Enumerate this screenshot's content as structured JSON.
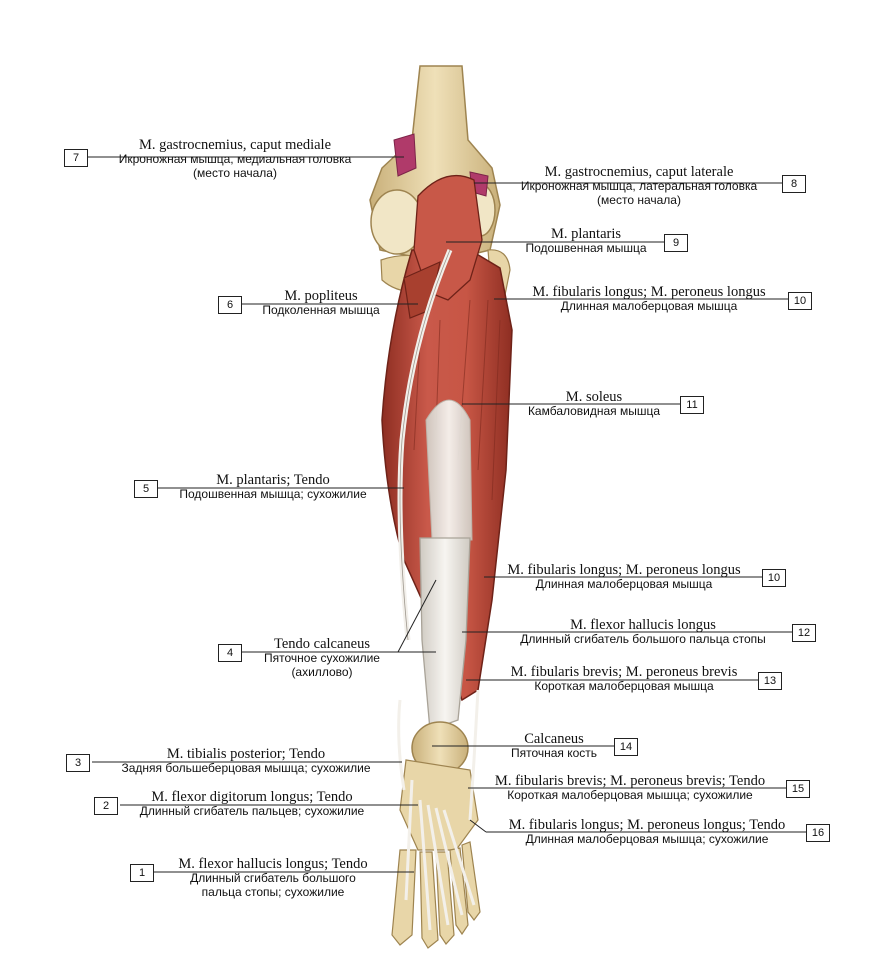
{
  "labels": [
    {
      "num": "7",
      "latin": "M. gastrocnemius, caput mediale",
      "ru1": "Икроножная мышца, медиальная головка",
      "ru2": "(место начала)"
    },
    {
      "num": "8",
      "latin": "M. gastrocnemius, caput laterale",
      "ru1": "Икроножная мышца, латеральная головка",
      "ru2": "(место начала)"
    },
    {
      "num": "9",
      "latin": "M. plantaris",
      "ru1": "Подошвенная мышца",
      "ru2": ""
    },
    {
      "num": "6",
      "latin": "M. popliteus",
      "ru1": "Подколенная мышца",
      "ru2": ""
    },
    {
      "num": "10",
      "latin": "M. fibularis longus; M. peroneus longus",
      "ru1": "Длинная малоберцовая мышца",
      "ru2": ""
    },
    {
      "num": "11",
      "latin": "M. soleus",
      "ru1": "Камбаловидная мышца",
      "ru2": ""
    },
    {
      "num": "5",
      "latin": "M. plantaris; Tendo",
      "ru1": "Подошвенная мышца; сухожилие",
      "ru2": ""
    },
    {
      "num": "10",
      "latin": "M. fibularis longus; M. peroneus longus",
      "ru1": "Длинная малоберцовая мышца",
      "ru2": ""
    },
    {
      "num": "12",
      "latin": "M. flexor hallucis longus",
      "ru1": "Длинный сгибатель большого пальца стопы",
      "ru2": ""
    },
    {
      "num": "4",
      "latin": "Tendo calcaneus",
      "ru1": "Пяточное сухожилие",
      "ru2": "(ахиллово)"
    },
    {
      "num": "13",
      "latin": "M. fibularis brevis; M. peroneus brevis",
      "ru1": "Короткая малоберцовая мышца",
      "ru2": ""
    },
    {
      "num": "14",
      "latin": "Calcaneus",
      "ru1": "Пяточная кость",
      "ru2": ""
    },
    {
      "num": "3",
      "latin": "M. tibialis posterior; Tendo",
      "ru1": "Задняя большеберцовая мышца; сухожилие",
      "ru2": ""
    },
    {
      "num": "15",
      "latin": "M. fibularis brevis; M. peroneus brevis; Tendo",
      "ru1": "Короткая малоберцовая мышца; сухожилие",
      "ru2": ""
    },
    {
      "num": "2",
      "latin": "M. flexor digitorum longus; Tendo",
      "ru1": "Длинный сгибатель пальцев; сухожилие",
      "ru2": ""
    },
    {
      "num": "16",
      "latin": "M. fibularis longus; M. peroneus longus; Tendo",
      "ru1": "Длинная малоберцовая мышца; сухожилие",
      "ru2": ""
    },
    {
      "num": "1",
      "latin": "M. flexor hallucis longus; Tendo",
      "ru1": "Длинный сгибатель большого",
      "ru2": "пальца стопы; сухожилие"
    }
  ],
  "colors": {
    "muscle": "#c2503f",
    "muscle_dark": "#8e2e22",
    "tendon": "#ece8e2",
    "bone": "#e2cf9f",
    "bone_dark": "#b89a5a",
    "origin": "#b03a6a"
  }
}
